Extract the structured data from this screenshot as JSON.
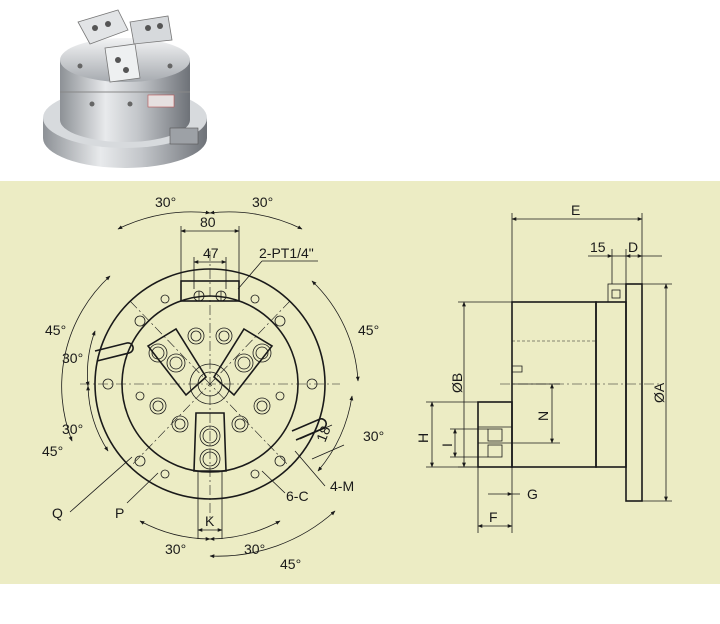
{
  "product_photo": {
    "icon": "three-jaw-hydraulic-chuck-photo"
  },
  "front_view": {
    "top_dims": {
      "width_outer": "80",
      "width_inner": "47",
      "port": "2-PT1/4\""
    },
    "angles": {
      "top_left": "30°",
      "top_right": "30°",
      "left_outer": "45°",
      "left_mid_1": "30°",
      "left_mid_2": "30°",
      "left_lower": "45°",
      "right_upper": "45°",
      "right_lower": "30°",
      "bottom_left": "30°",
      "bottom_right": "30°",
      "bottom_outer": "45°"
    },
    "labels": {
      "q": "Q",
      "p": "P",
      "k": "K",
      "six_c": "6-C",
      "four_m": "4-M",
      "eighteen": "18"
    }
  },
  "side_view": {
    "labels": {
      "e": "E",
      "fifteen": "15",
      "d": "D",
      "dia_b": "ØB",
      "dia_a": "ØA",
      "n": "N",
      "h": "H",
      "i": "I",
      "g": "G",
      "f": "F"
    }
  }
}
